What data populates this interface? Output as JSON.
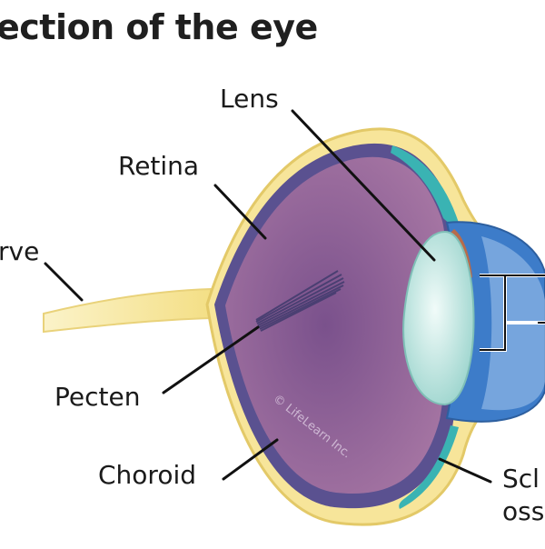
{
  "title": "ection of the eye",
  "labels": {
    "lens": "Lens",
    "retina": "Retina",
    "nerve": "rve",
    "pecten": "Pecten",
    "choroid": "Choroid",
    "sclera_line1": "Scl",
    "sclera_line2": "oss"
  },
  "watermark": "© LifeLearn Inc.",
  "colors": {
    "outer_layer": "#f7e59a",
    "outer_edge": "#e7cf6e",
    "choroid": "#5a5190",
    "vitreous": "#9a6a9e",
    "vitreous_center": "#7d568f",
    "lens": "#d8f0ec",
    "iris_blue": "#3d7cc9",
    "ossicle_teal": "#3ab3b3",
    "leader": "#111111"
  }
}
